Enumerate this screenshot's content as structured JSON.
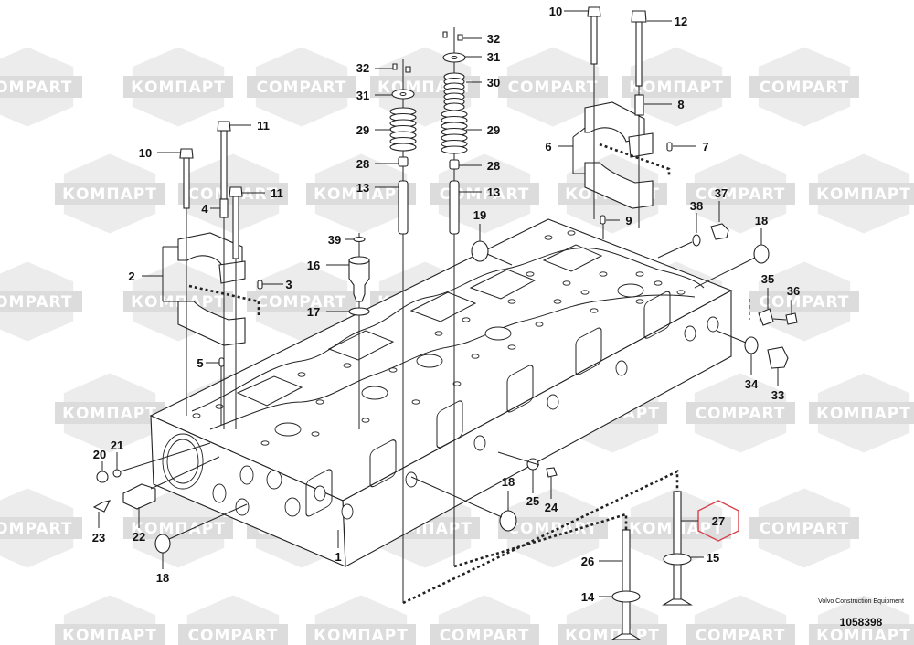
{
  "diagram": {
    "title": "Cylinder head assembly",
    "brand_caption": "Volvo Construction Equipment",
    "drawing_number": "1058398",
    "highlight_color": "#d9414a",
    "watermark": {
      "latin": "COMPART",
      "cyrillic": "КОМПАРТ",
      "color": "#dcdcdc"
    },
    "callouts": [
      {
        "id": "c10a",
        "label": "10"
      },
      {
        "id": "c12",
        "label": "12"
      },
      {
        "id": "c8",
        "label": "8"
      },
      {
        "id": "c6",
        "label": "6"
      },
      {
        "id": "c7",
        "label": "7"
      },
      {
        "id": "c9",
        "label": "9"
      },
      {
        "id": "c37",
        "label": "37"
      },
      {
        "id": "c38",
        "label": "38"
      },
      {
        "id": "c18a",
        "label": "18"
      },
      {
        "id": "c35",
        "label": "35"
      },
      {
        "id": "c36",
        "label": "36"
      },
      {
        "id": "c34",
        "label": "34"
      },
      {
        "id": "c33",
        "label": "33"
      },
      {
        "id": "c32a",
        "label": "32"
      },
      {
        "id": "c31a",
        "label": "31"
      },
      {
        "id": "c30",
        "label": "30"
      },
      {
        "id": "c29a",
        "label": "29"
      },
      {
        "id": "c28a",
        "label": "28"
      },
      {
        "id": "c13a",
        "label": "13"
      },
      {
        "id": "c32b",
        "label": "32"
      },
      {
        "id": "c31b",
        "label": "31"
      },
      {
        "id": "c29b",
        "label": "29"
      },
      {
        "id": "c28b",
        "label": "28"
      },
      {
        "id": "c13b",
        "label": "13"
      },
      {
        "id": "c19",
        "label": "19"
      },
      {
        "id": "c39",
        "label": "39"
      },
      {
        "id": "c16",
        "label": "16"
      },
      {
        "id": "c17",
        "label": "17"
      },
      {
        "id": "c11a",
        "label": "11"
      },
      {
        "id": "c10b",
        "label": "10"
      },
      {
        "id": "c11b",
        "label": "11"
      },
      {
        "id": "c4",
        "label": "4"
      },
      {
        "id": "c2",
        "label": "2"
      },
      {
        "id": "c3",
        "label": "3"
      },
      {
        "id": "c5",
        "label": "5"
      },
      {
        "id": "c20",
        "label": "20"
      },
      {
        "id": "c21",
        "label": "21"
      },
      {
        "id": "c22",
        "label": "22"
      },
      {
        "id": "c23",
        "label": "23"
      },
      {
        "id": "c18b",
        "label": "18"
      },
      {
        "id": "c1",
        "label": "1"
      },
      {
        "id": "c18c",
        "label": "18"
      },
      {
        "id": "c25",
        "label": "25"
      },
      {
        "id": "c24",
        "label": "24"
      },
      {
        "id": "c27",
        "label": "27"
      },
      {
        "id": "c26",
        "label": "26"
      },
      {
        "id": "c15",
        "label": "15"
      },
      {
        "id": "c14",
        "label": "14"
      }
    ]
  }
}
